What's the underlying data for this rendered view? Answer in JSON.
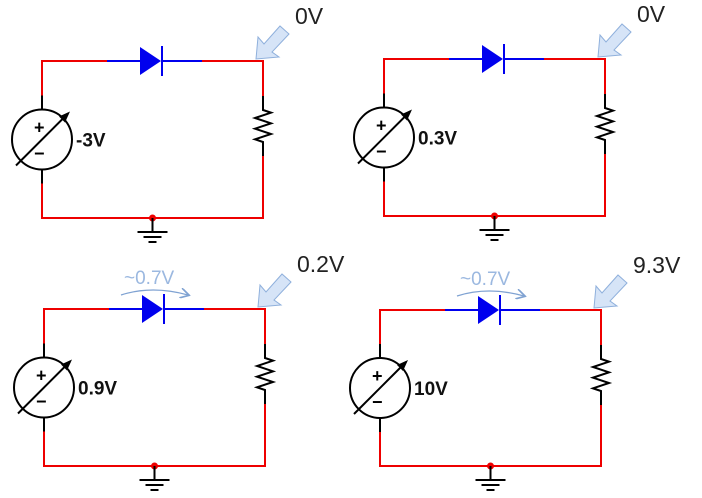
{
  "title": "Diode circuit voltage examples",
  "colors": {
    "wire": "#ee0000",
    "diode": "#0000ee",
    "component": "#000000",
    "annotation_arrow_fill": "#d6e4f7",
    "annotation_arrow_stroke": "#8fb0dc",
    "drop_label": "#9bb8e0"
  },
  "circuits": [
    {
      "id": "top-left",
      "source_voltage": "-3V",
      "output_voltage": "0V",
      "diode_drop": null,
      "diode_conducting": false
    },
    {
      "id": "top-right",
      "source_voltage": "0.3V",
      "output_voltage": "0V",
      "diode_drop": null,
      "diode_conducting": false
    },
    {
      "id": "bottom-left",
      "source_voltage": "0.9V",
      "output_voltage": "0.2V",
      "diode_drop": "~0.7V",
      "diode_conducting": true
    },
    {
      "id": "bottom-right",
      "source_voltage": "10V",
      "output_voltage": "9.3V",
      "diode_drop": "~0.7V",
      "diode_conducting": true
    }
  ],
  "symbols": {
    "plus": "+",
    "minus": "−"
  }
}
